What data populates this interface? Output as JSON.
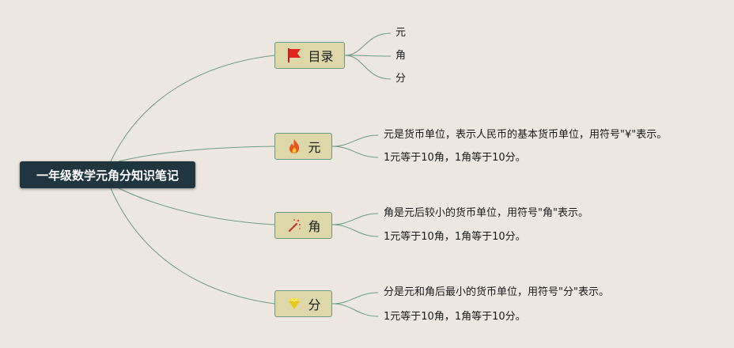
{
  "root": {
    "title": "一年级数学元角分知识笔记"
  },
  "branches": [
    {
      "label": "目录",
      "icon": "red-flag-icon",
      "children": [
        "元",
        "角",
        "分"
      ]
    },
    {
      "label": "元",
      "icon": "fire-icon",
      "children": [
        "元是货币单位，表示人民币的基本货币单位，用符号\"¥\"表示。",
        "1元等于10角，1角等于10分。"
      ]
    },
    {
      "label": "角",
      "icon": "magic-wand-icon",
      "children": [
        "角是元后较小的货币单位，用符号\"角\"表示。",
        "1元等于10角，1角等于10分。"
      ]
    },
    {
      "label": "分",
      "icon": "gem-icon",
      "children": [
        "分是元和角后最小的货币单位，用符号\"分\"表示。",
        "1元等于10角，1角等于10分。"
      ]
    }
  ],
  "colors": {
    "background": "#ece7e0",
    "root_fill": "#1f3540",
    "branch_fill": "#ddd7a9",
    "connector": "#6b9a82"
  }
}
